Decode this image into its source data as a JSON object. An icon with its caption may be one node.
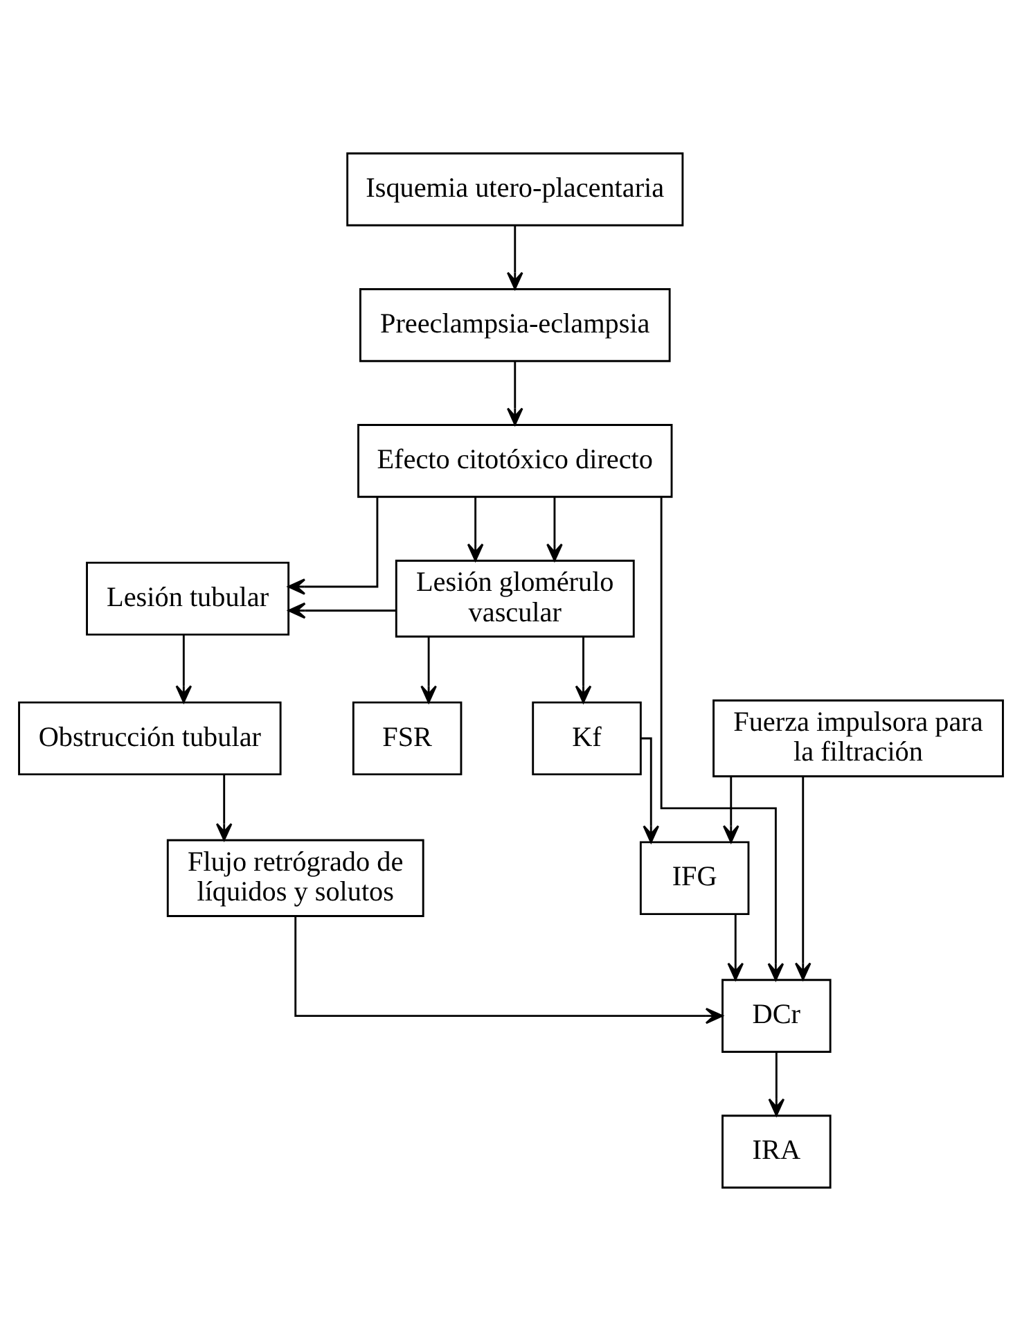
{
  "diagram": {
    "nodes": [
      {
        "text": [
          "Isquemia utero-placentaria"
        ]
      },
      {
        "text": [
          "Preeclampsia-eclampsia"
        ]
      },
      {
        "text": [
          "Efecto citotóxico directo"
        ]
      },
      {
        "text": [
          "Lesión glomérulo vascular"
        ]
      },
      {
        "text": [
          "Lesión tubular"
        ]
      },
      {
        "text": [
          "Kf"
        ]
      },
      {
        "text": [
          "FSR"
        ]
      },
      {
        "text": [
          "Obstrucción tubular"
        ]
      },
      {
        "text": [
          "Fuerza impulsora para la filtración"
        ]
      },
      {
        "text": [
          "IFG"
        ]
      },
      {
        "text": [
          "Flujo retrógrado de líquidos y solutos"
        ]
      },
      {
        "text": [
          "DCr"
        ]
      },
      {
        "text": [
          "IRA"
        ]
      }
    ],
    "edges": [
      {
        "from": 0,
        "to": 1,
        "arrow": "to"
      },
      {
        "from": 1,
        "to": 2,
        "arrow": "to"
      },
      {
        "from": 2,
        "to": 3,
        "arrow": "to"
      },
      {
        "from": 2,
        "to": 3,
        "arrow": "to"
      },
      {
        "from": 2,
        "to": 4,
        "arrow": "to"
      },
      {
        "from": 2,
        "to": 11,
        "arrow": "to"
      },
      {
        "from": 3,
        "to": 4,
        "arrow": "to"
      },
      {
        "from": 3,
        "to": 5,
        "arrow": "to"
      },
      {
        "from": 3,
        "to": 6,
        "arrow": "to"
      },
      {
        "from": 4,
        "to": 7,
        "arrow": "to"
      },
      {
        "from": 7,
        "to": 10,
        "arrow": "to"
      },
      {
        "from": 5,
        "to": 9,
        "arrow": "to"
      },
      {
        "from": 8,
        "to": 9,
        "arrow": "to"
      },
      {
        "from": 8,
        "to": 11,
        "arrow": "to"
      },
      {
        "from": 9,
        "to": 11,
        "arrow": "to"
      },
      {
        "from": 10,
        "to": 11,
        "arrow": "to"
      },
      {
        "from": 11,
        "to": 12,
        "arrow": "to"
      }
    ]
  }
}
